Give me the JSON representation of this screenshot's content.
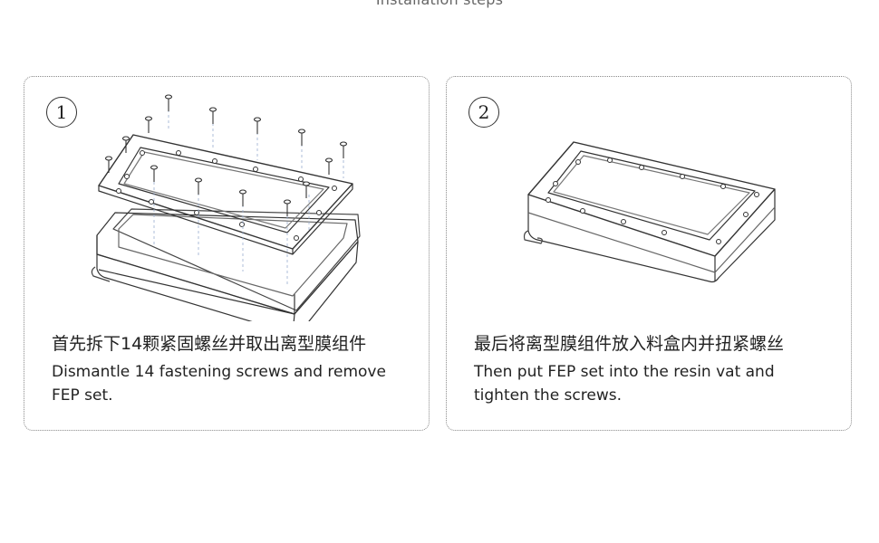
{
  "page": {
    "title": "Installation steps"
  },
  "steps": [
    {
      "number": "1",
      "caption_zh": "首先拆下14颗紧固螺丝并取出离型膜组件",
      "caption_en": "Dismantle 14 fastening screws and remove FEP set.",
      "illustration_icon": "exploded-vat-with-screws-icon"
    },
    {
      "number": "2",
      "caption_zh": "最后将离型膜组件放入料盒内并扭紧螺丝",
      "caption_en": "Then put FEP set into the resin vat and tighten the screws.",
      "illustration_icon": "assembled-resin-vat-icon"
    }
  ],
  "colors": {
    "border": "#8a8a8a",
    "line": "#333333",
    "text": "#222222"
  }
}
